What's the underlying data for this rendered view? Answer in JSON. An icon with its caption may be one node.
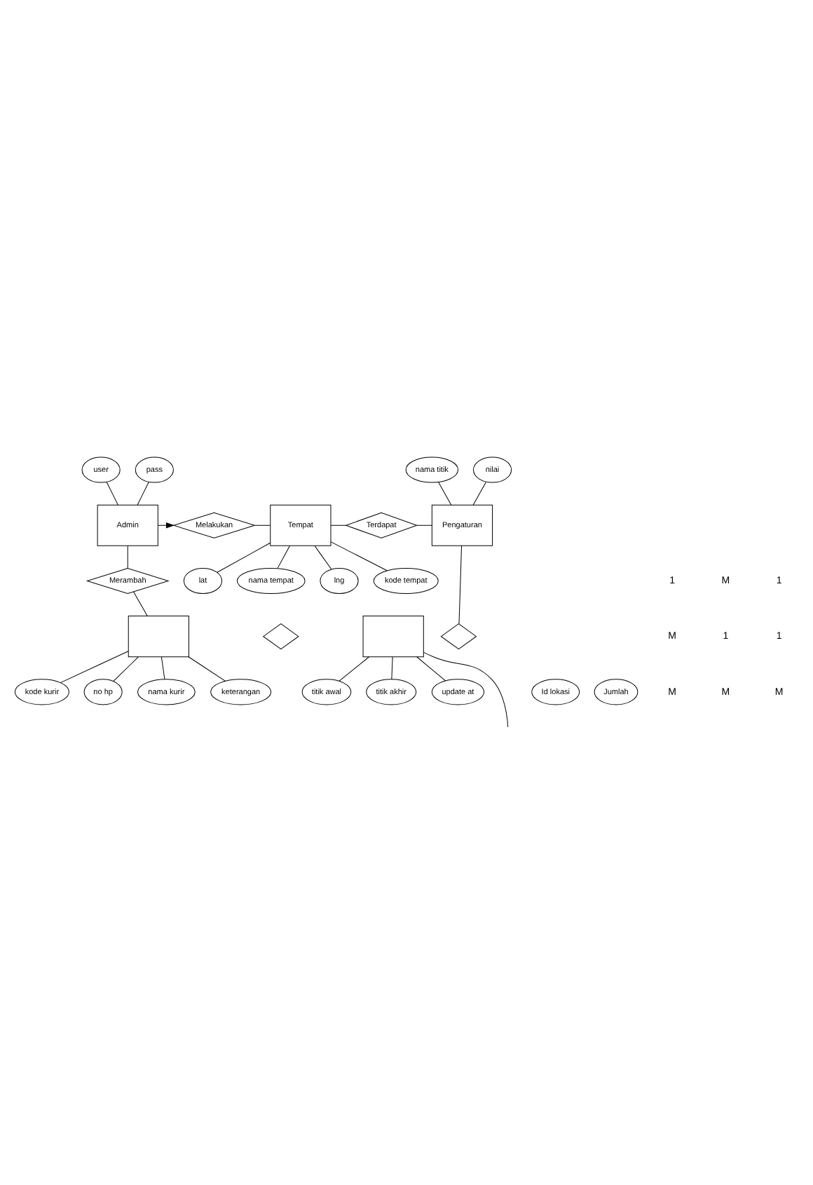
{
  "diagram": {
    "nodes": [
      {
        "text": [
          "user"
        ]
      },
      {
        "text": [
          "pass"
        ]
      },
      {
        "text": [
          "nama titik"
        ]
      },
      {
        "text": [
          "nilai"
        ]
      },
      {
        "text": [
          "Admin"
        ]
      },
      {
        "text": [
          "Melakukan"
        ]
      },
      {
        "text": [
          "Tempat"
        ]
      },
      {
        "text": [
          "Terdapat"
        ]
      },
      {
        "text": [
          "Pengaturan"
        ]
      },
      {
        "text": [
          "kode tempat"
        ]
      },
      {
        "text": [
          "lat"
        ]
      },
      {
        "text": [
          "nama tempat"
        ]
      },
      {
        "text": [
          "lng"
        ]
      },
      {
        "text": [
          "Merambah"
        ]
      },
      {
        "text": [],
        "shape": "box"
      },
      {
        "text": [],
        "shape": "diamond"
      },
      {
        "text": [],
        "shape": "box"
      },
      {
        "text": [],
        "shape": "diamond"
      },
      {
        "text": [
          "kode kurir"
        ]
      },
      {
        "text": [
          "no hp"
        ]
      },
      {
        "text": [
          "Id lokasi"
        ]
      },
      {
        "text": [
          "titik awal"
        ]
      },
      {
        "text": [
          "titik akhir"
        ]
      },
      {
        "text": [
          "nama kurir"
        ]
      },
      {
        "text": [
          "keterangan"
        ]
      },
      {
        "text": [
          "Jumlah"
        ]
      },
      {
        "text": [
          "update at"
        ]
      }
    ],
    "edges": [
      {
        "from": 0,
        "to": 4,
        "arrow": "none"
      },
      {
        "from": 1,
        "to": 4,
        "arrow": "none"
      },
      {
        "from": 2,
        "to": 8,
        "arrow": "none"
      },
      {
        "from": 3,
        "to": 8,
        "arrow": "none"
      },
      {
        "from": 4,
        "to": 5,
        "arrow": "to"
      },
      {
        "from": 5,
        "to": 6,
        "arrow": "none"
      },
      {
        "from": 6,
        "to": 7,
        "arrow": "none"
      },
      {
        "from": 7,
        "to": 8,
        "arrow": "none"
      },
      {
        "from": 6,
        "to": 9,
        "arrow": "none"
      },
      {
        "from": 6,
        "to": 10,
        "arrow": "none"
      },
      {
        "from": 6,
        "to": 11,
        "arrow": "none"
      },
      {
        "from": 6,
        "to": 12,
        "arrow": "none"
      },
      {
        "from": 4,
        "to": 13,
        "arrow": "none"
      },
      {
        "from": 13,
        "to": 14,
        "arrow": "none"
      },
      {
        "from": 8,
        "to": 17,
        "arrow": "none"
      },
      {
        "from": 14,
        "to": 18,
        "arrow": "none"
      },
      {
        "from": 14,
        "to": 19,
        "arrow": "none"
      },
      {
        "from": 14,
        "to": 23,
        "arrow": "none"
      },
      {
        "from": 14,
        "to": 24,
        "arrow": "none"
      },
      {
        "from": 16,
        "to": 21,
        "arrow": "none"
      },
      {
        "from": 16,
        "to": 22,
        "arrow": "none"
      },
      {
        "from": 16,
        "to": 26,
        "arrow": "none"
      },
      {
        "from": 16,
        "to": null,
        "arrow": "none"
      }
    ],
    "labels": [
      "1",
      "M",
      "1",
      "M",
      "1",
      "1",
      "M",
      "M",
      "M"
    ]
  }
}
